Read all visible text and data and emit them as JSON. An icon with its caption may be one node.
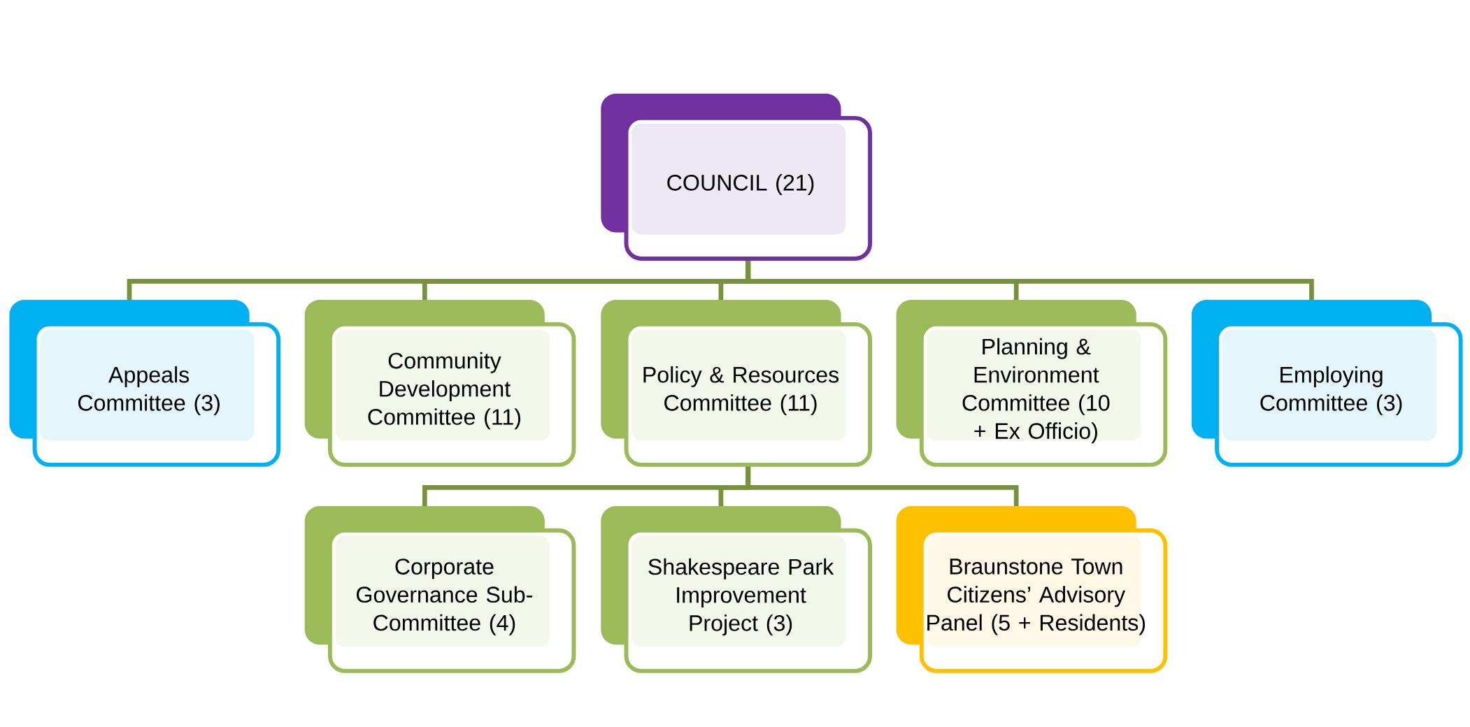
{
  "diagram": {
    "nodes": [
      {
        "text": [
          "COUNCIL (21)"
        ]
      },
      {
        "text": [
          "Appeals Committee (3)"
        ]
      },
      {
        "text": [
          "Community Development Committee (11)"
        ]
      },
      {
        "text": [
          "Policy & Resources Committee (11)"
        ]
      },
      {
        "text": [
          "Planning & Environment Committee (10 + Ex Officio)"
        ]
      },
      {
        "text": [
          "Employing Committee (3)"
        ]
      },
      {
        "text": [
          "Corporate Governance Sub-Committee (4)"
        ]
      },
      {
        "text": [
          "Shakespeare Park Improvement Project (3)"
        ]
      },
      {
        "text": [
          "Braunstone Town Citizens’ Advisory Panel (5 + Residents)"
        ]
      }
    ],
    "edges": [
      {
        "from": 0,
        "to": 1,
        "arrow": "none"
      },
      {
        "from": 0,
        "to": 2,
        "arrow": "none"
      },
      {
        "from": 0,
        "to": 3,
        "arrow": "none"
      },
      {
        "from": 0,
        "to": 4,
        "arrow": "none"
      },
      {
        "from": 0,
        "to": 5,
        "arrow": "none"
      },
      {
        "from": 3,
        "to": 6,
        "arrow": "none"
      },
      {
        "from": 3,
        "to": 7,
        "arrow": "none"
      },
      {
        "from": 3,
        "to": 8,
        "arrow": "none"
      }
    ]
  }
}
